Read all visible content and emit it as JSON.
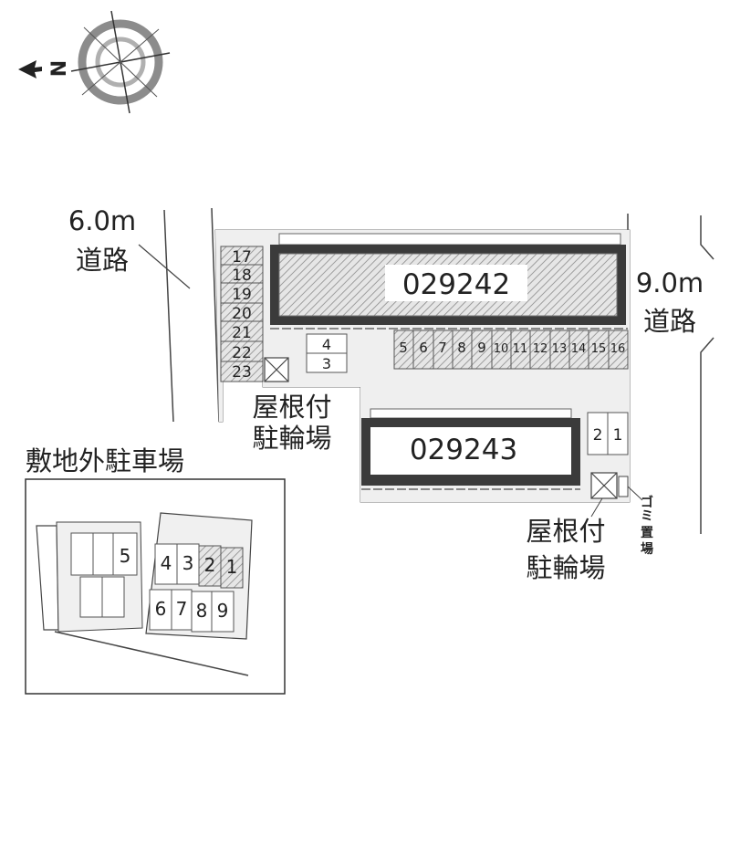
{
  "north_letter": "N",
  "road_left": {
    "width": "6.0m",
    "name": "道路"
  },
  "road_right": {
    "width": "9.0m",
    "name": "道路"
  },
  "buildings": [
    {
      "id": "029242"
    },
    {
      "id": "029243"
    }
  ],
  "parking_left": [
    "17",
    "18",
    "19",
    "20",
    "21",
    "22",
    "23"
  ],
  "parking_small": [
    "4",
    "3"
  ],
  "parking_row": [
    "5",
    "6",
    "7",
    "8",
    "9",
    "10",
    "11",
    "12",
    "13",
    "14",
    "15",
    "16"
  ],
  "parking_right": [
    "2",
    "1"
  ],
  "bike_shelter_1": {
    "line1": "屋根付",
    "line2": "駐輪場"
  },
  "bike_shelter_2": {
    "line1": "屋根付",
    "line2": "駐輪場"
  },
  "garbage": [
    "ゴ",
    "ミ",
    "置",
    "場"
  ],
  "offsite": {
    "title": "敷地外駐車場",
    "left_group": [
      "5"
    ],
    "top_row": [
      "4",
      "3",
      "2",
      "1"
    ],
    "bottom_row": [
      "6",
      "7",
      "8",
      "9"
    ]
  }
}
